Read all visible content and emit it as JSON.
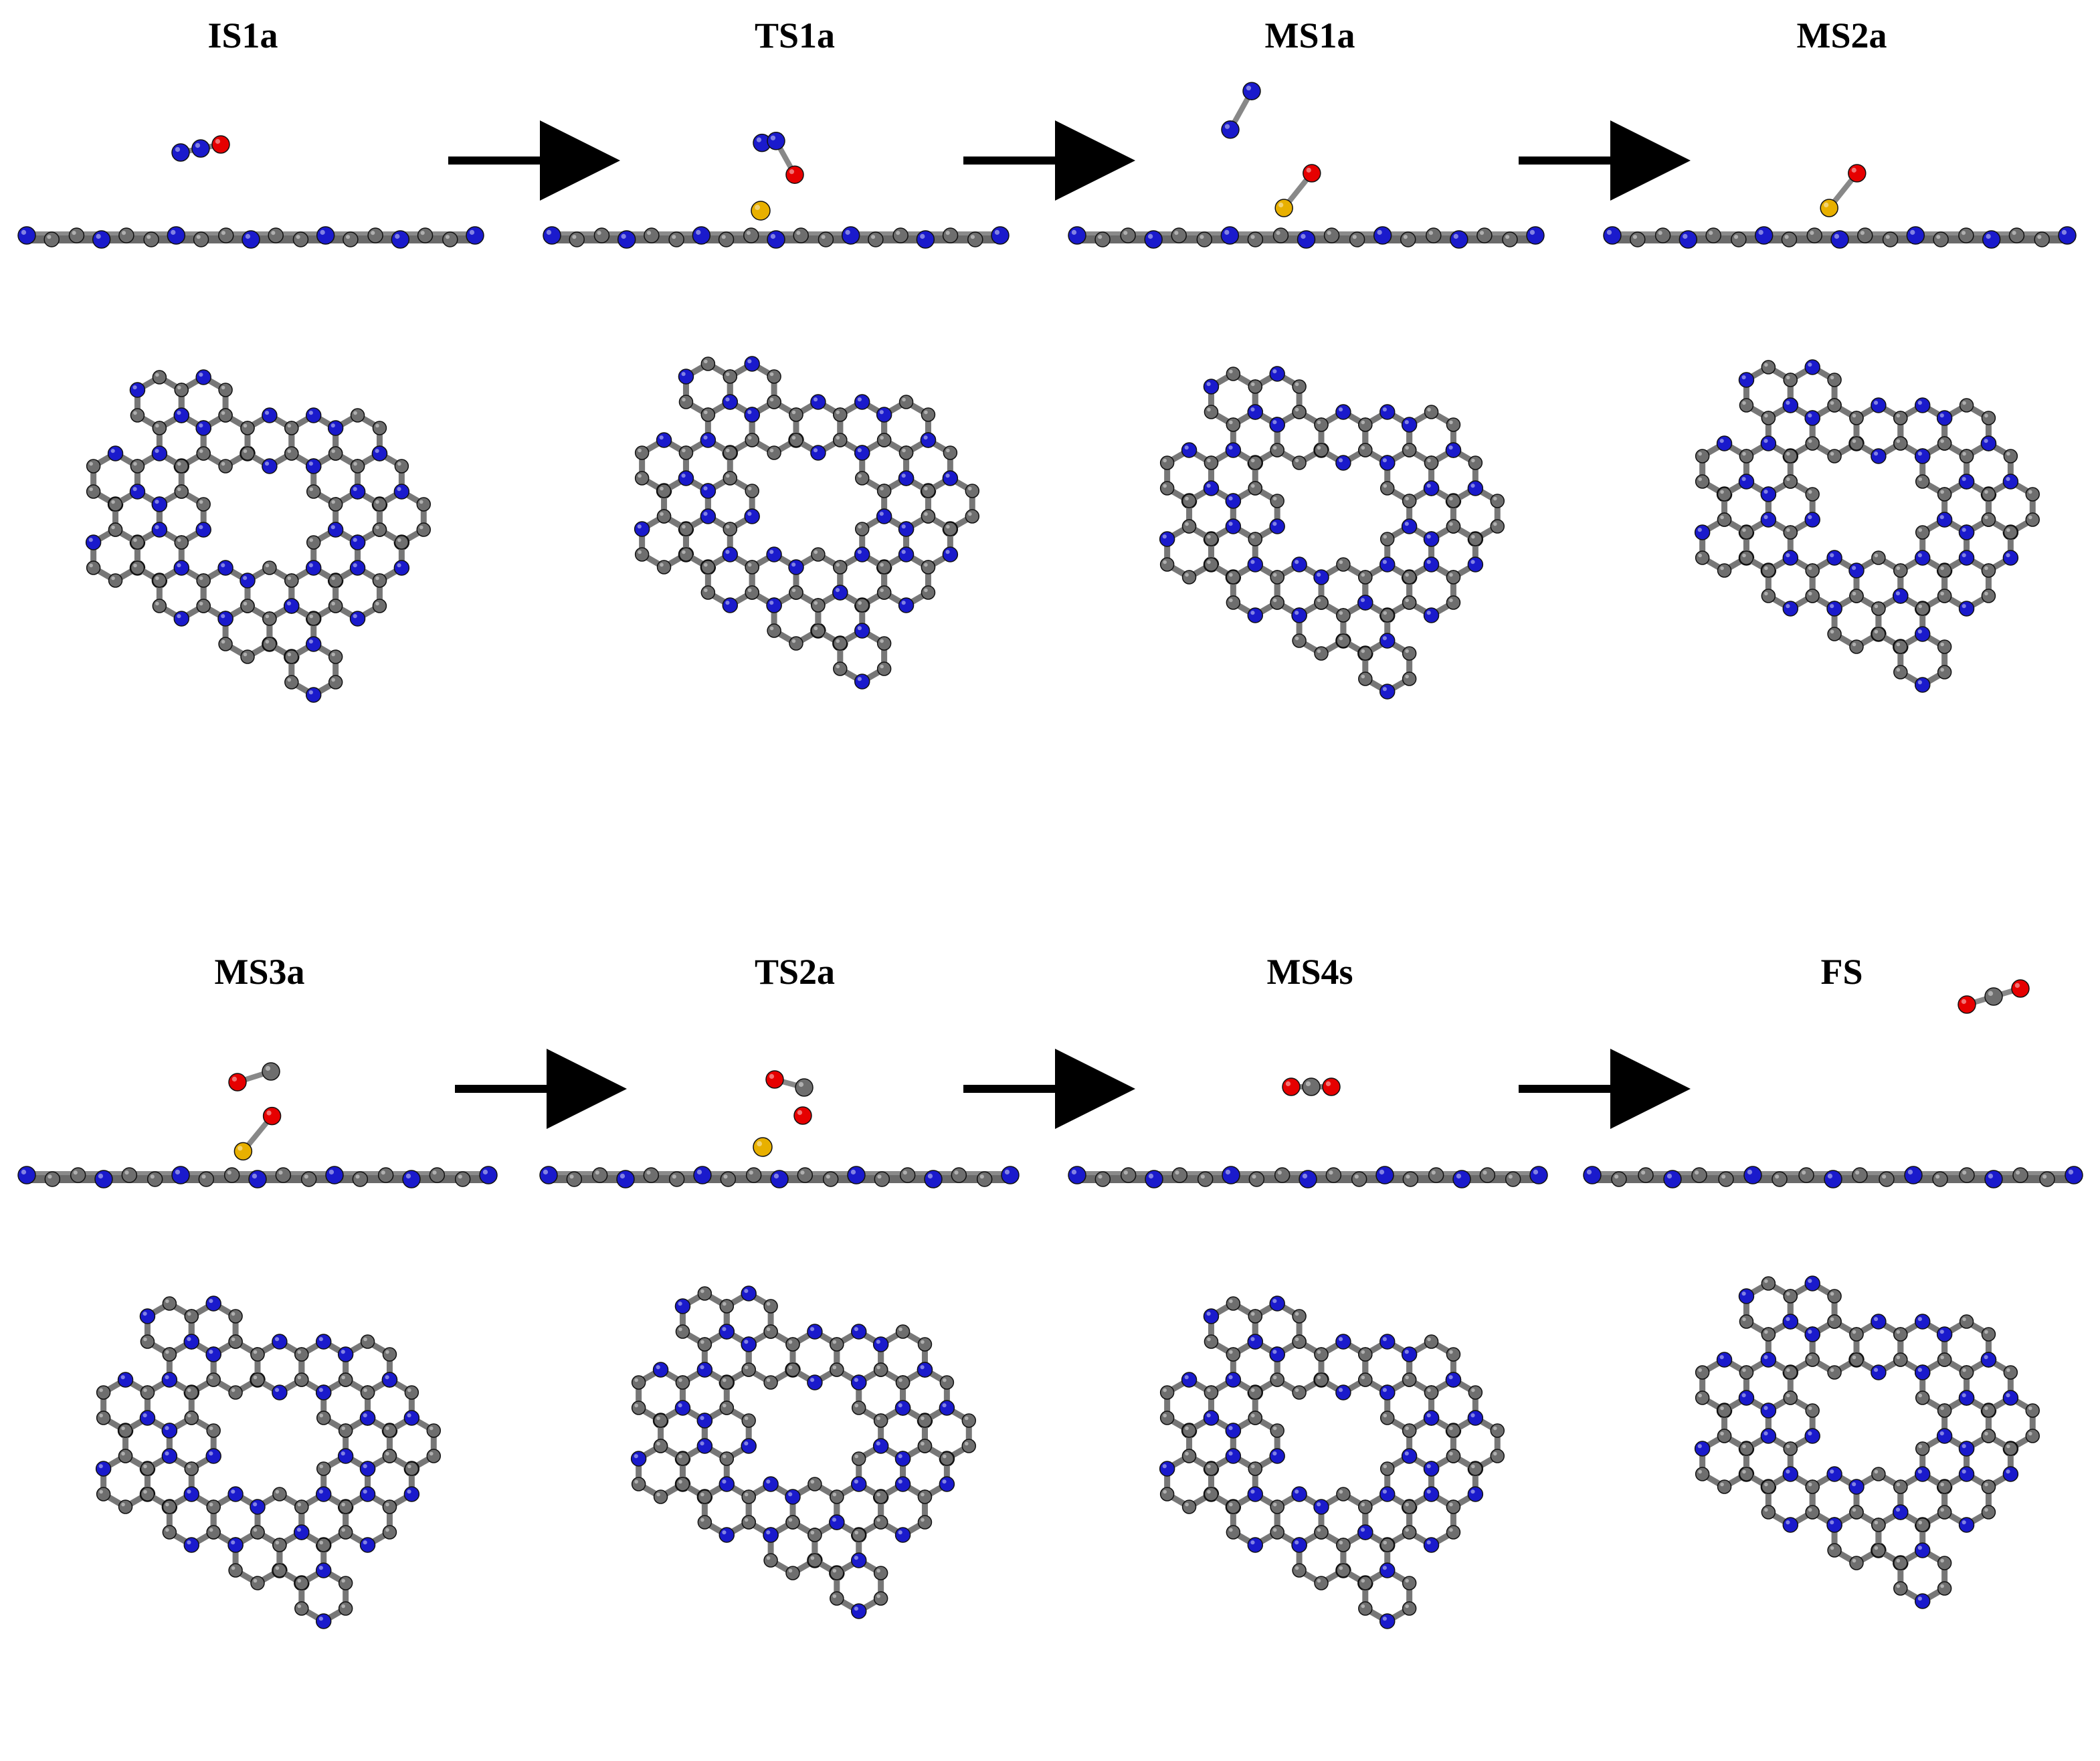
{
  "panels": [
    {
      "label": "IS1a"
    },
    {
      "label": "TS1a"
    },
    {
      "label": "MS1a"
    },
    {
      "label": "MS2a"
    },
    {
      "label": "MS3a"
    },
    {
      "label": "TS2a"
    },
    {
      "label": "MS4s"
    },
    {
      "label": "FS"
    }
  ],
  "colors": {
    "nitrogen": "#1a1acc",
    "carbon": "#6e6e6e",
    "oxygen": "#e60000",
    "metal": "#e8b000",
    "arrow": "#000000",
    "text": "#000000"
  }
}
